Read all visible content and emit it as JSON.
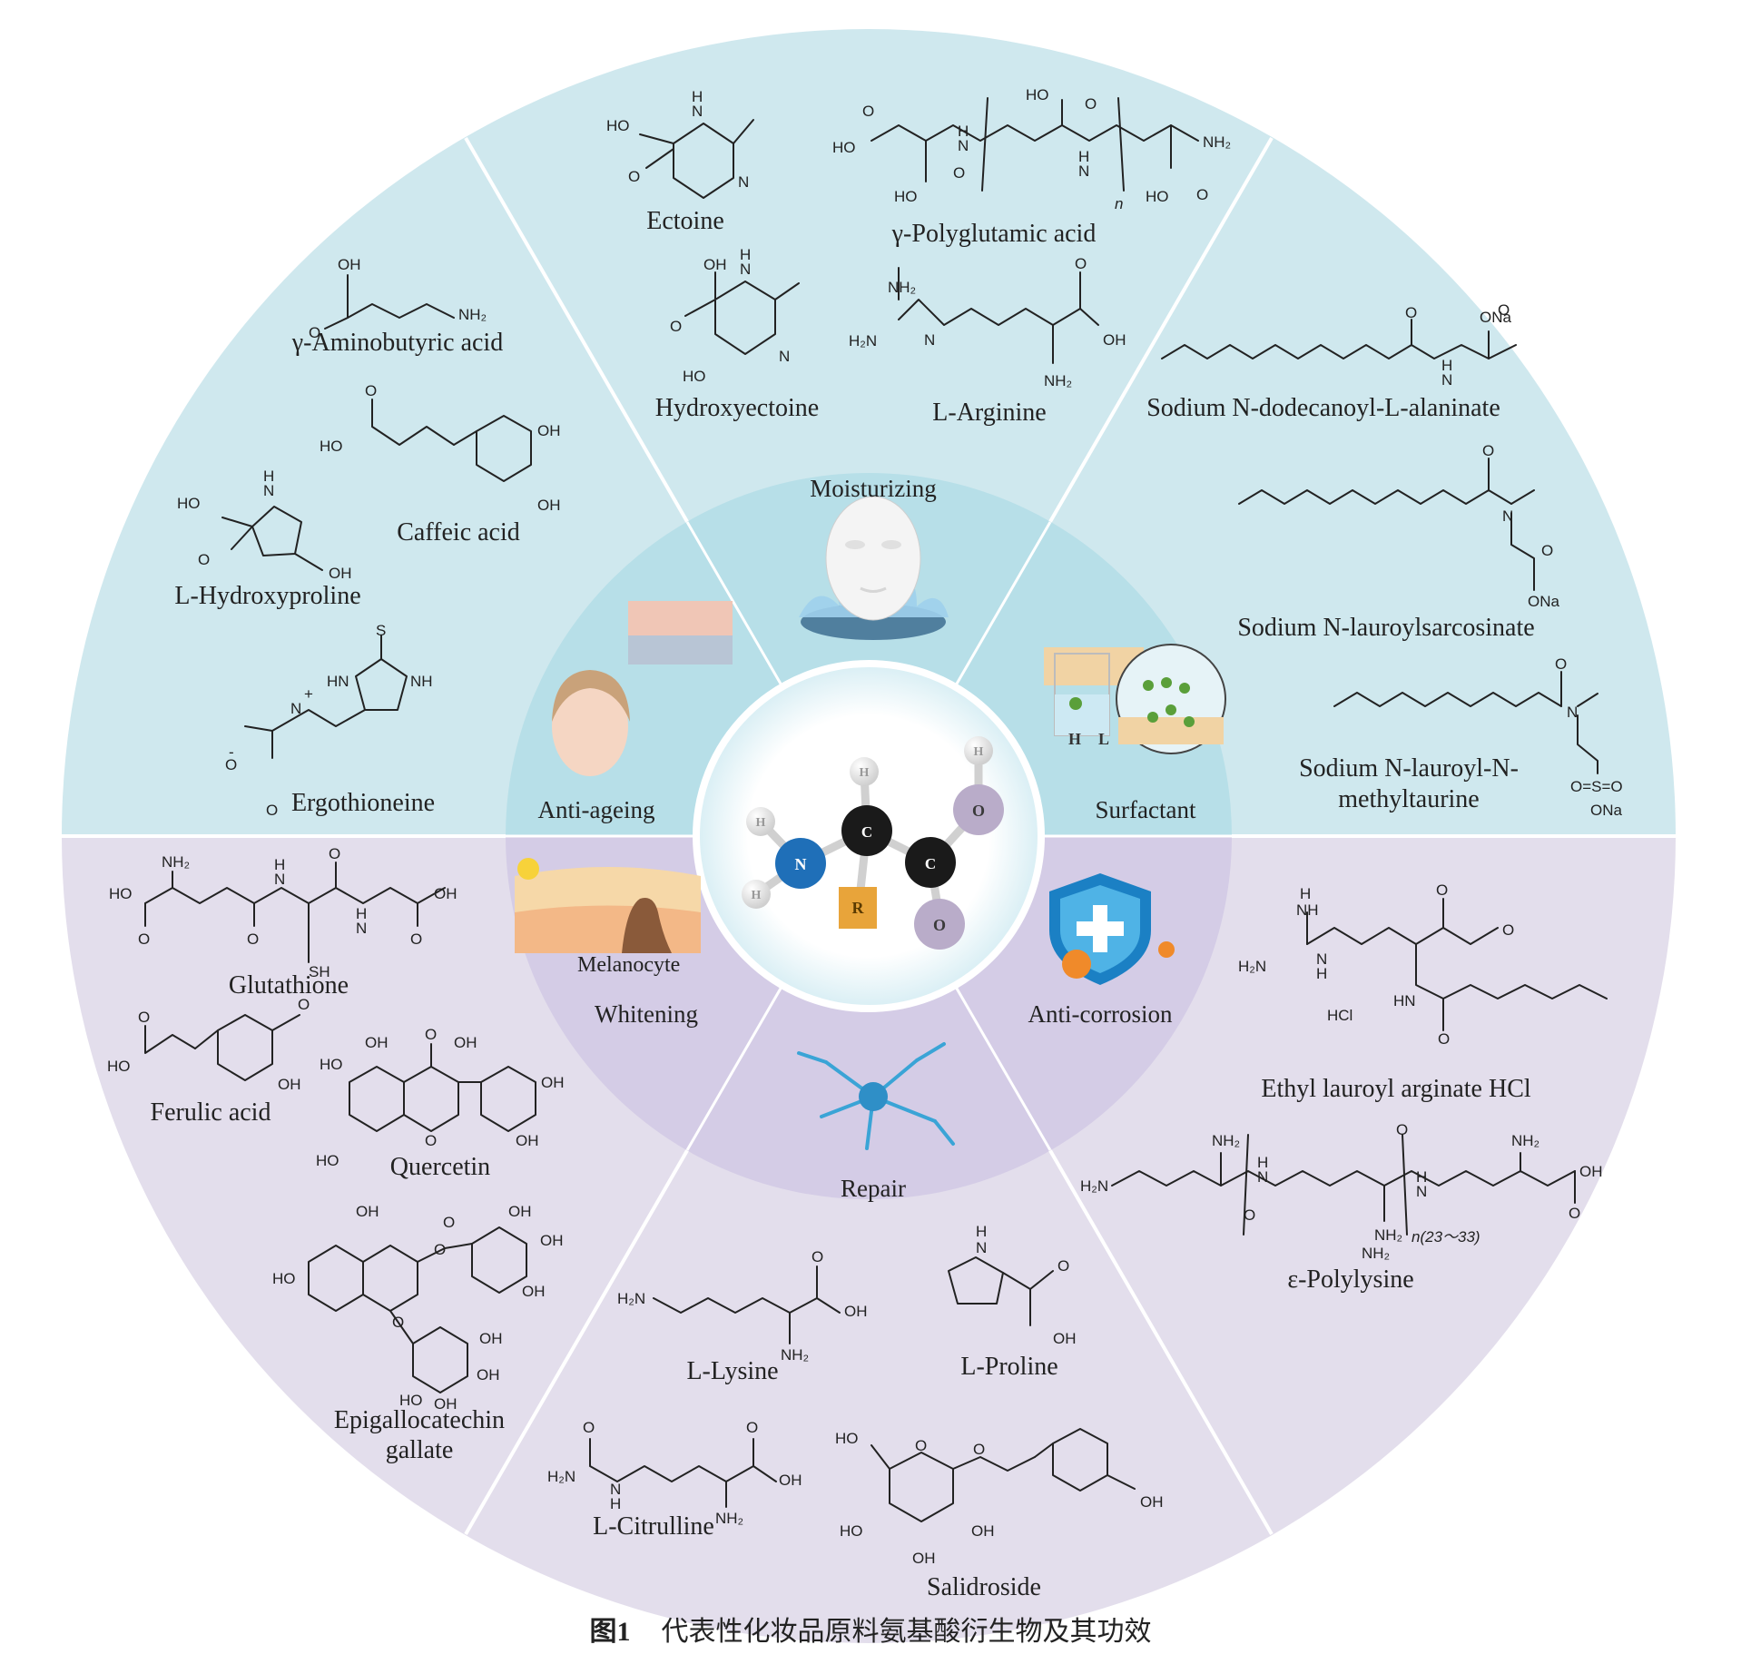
{
  "caption": {
    "number": "图1",
    "text": "代表性化妆品原料氨基酸衍生物及其功效"
  },
  "center_molecule": {
    "atoms": [
      "H",
      "H",
      "H",
      "N",
      "C",
      "C",
      "O",
      "O",
      "H",
      "R"
    ]
  },
  "functions": [
    {
      "name": "Moisturizing",
      "compounds": [
        "Ectoine",
        "γ-Polyglutamic acid",
        "Hydroxyectoine",
        "L-Arginine"
      ]
    },
    {
      "name": "Surfactant",
      "compounds": [
        "Sodium N-dodecanoyl-L-alaninate",
        "Sodium N-lauroylsarcosinate",
        "Sodium N-lauroyl-N-",
        "methyltaurine"
      ],
      "inset_labels": [
        "H",
        "L"
      ]
    },
    {
      "name": "Anti-corrosion",
      "compounds": [
        "Ethyl lauroyl arginate HCl",
        "ε-Polylysine"
      ]
    },
    {
      "name": "Repair",
      "compounds": [
        "L-Lysine",
        "L-Proline",
        "L-Citrulline",
        "Salidroside"
      ]
    },
    {
      "name": "Whitening",
      "compounds": [
        "Glutathione",
        "Ferulic acid",
        "Quercetin",
        "Epigallocatechin",
        "gallate"
      ],
      "inset_labels": [
        "Melanocyte"
      ]
    },
    {
      "name": "Anti-ageing",
      "compounds": [
        "γ-Aminobutyric acid",
        "Caffeic acid",
        "L-Hydroxyproline",
        "Ergothioneine"
      ]
    }
  ],
  "atom_labels": {
    "ectoine": [
      "HO",
      "H",
      "N",
      "N",
      "O"
    ],
    "pga": [
      "HO",
      "HO",
      "HO",
      "HO",
      "O",
      "O",
      "O",
      "O",
      "NH₂",
      "H",
      "N",
      "H",
      "N",
      "n"
    ],
    "hydroxyectoine": [
      "OH",
      "H",
      "N",
      "N",
      "HO",
      "O"
    ],
    "arginine": [
      "NH₂",
      "H₂N",
      "N",
      "O",
      "OH",
      "NH₂"
    ],
    "alaninate": [
      "ONa",
      "O",
      "H",
      "N",
      "O"
    ],
    "sarcosinate": [
      "O",
      "N",
      "O",
      "ONa"
    ],
    "taurine": [
      "O",
      "N",
      "O=S=O",
      "ONa"
    ],
    "gaba": [
      "OH",
      "O",
      "NH₂"
    ],
    "caffeic": [
      "HO",
      "O",
      "OH",
      "OH"
    ],
    "hydroxyproline": [
      "HO",
      "H",
      "N",
      "O",
      "OH"
    ],
    "ergothioneine": [
      "S",
      "HN",
      "NH",
      "N",
      "+",
      "O",
      "-",
      "O"
    ],
    "glutathione": [
      "NH₂",
      "HO",
      "O",
      "H",
      "N",
      "O",
      "H",
      "N",
      "O",
      "OH",
      "O",
      "SH"
    ],
    "ferulic": [
      "O",
      "HO",
      "O",
      "OH"
    ],
    "quercetin": [
      "OH",
      "O",
      "OH",
      "HO",
      "OH",
      "O",
      "OH",
      "HO"
    ],
    "egcg": [
      "OH",
      "OH",
      "OH",
      "O",
      "OH",
      "HO",
      "O",
      "O",
      "OH",
      "OH",
      "HO",
      "OH"
    ],
    "lae": [
      "H",
      "NH",
      "O",
      "H₂N",
      "N",
      "H",
      "HCl",
      "HN",
      "O",
      "O"
    ],
    "polylysine": [
      "NH₂",
      "NH₂",
      "NH₂",
      "O",
      "OH",
      "H₂N",
      "H",
      "N",
      "H",
      "N",
      "O",
      "O",
      "NH₂",
      "n(23～33)"
    ],
    "lysine": [
      "O",
      "H₂N",
      "OH",
      "NH₂"
    ],
    "proline": [
      "H",
      "N",
      "O",
      "OH"
    ],
    "citrulline": [
      "O",
      "O",
      "H₂N",
      "N",
      "H",
      "OH",
      "NH₂"
    ],
    "salidroside": [
      "HO",
      "O",
      "O",
      "HO",
      "OH",
      "OH",
      "OH"
    ]
  },
  "colors": {
    "top_ring": "#cfe8ee",
    "bottom_ring": "#e3deec",
    "top_inner": "#b7dfe8",
    "bottom_inner": "#d4cce6",
    "divider": "#ffffff",
    "nitrogen": "#1f6fb8",
    "carbon": "#1a1a1a",
    "oxygen": "#b9acc9",
    "r_group": "#e8a43a"
  }
}
